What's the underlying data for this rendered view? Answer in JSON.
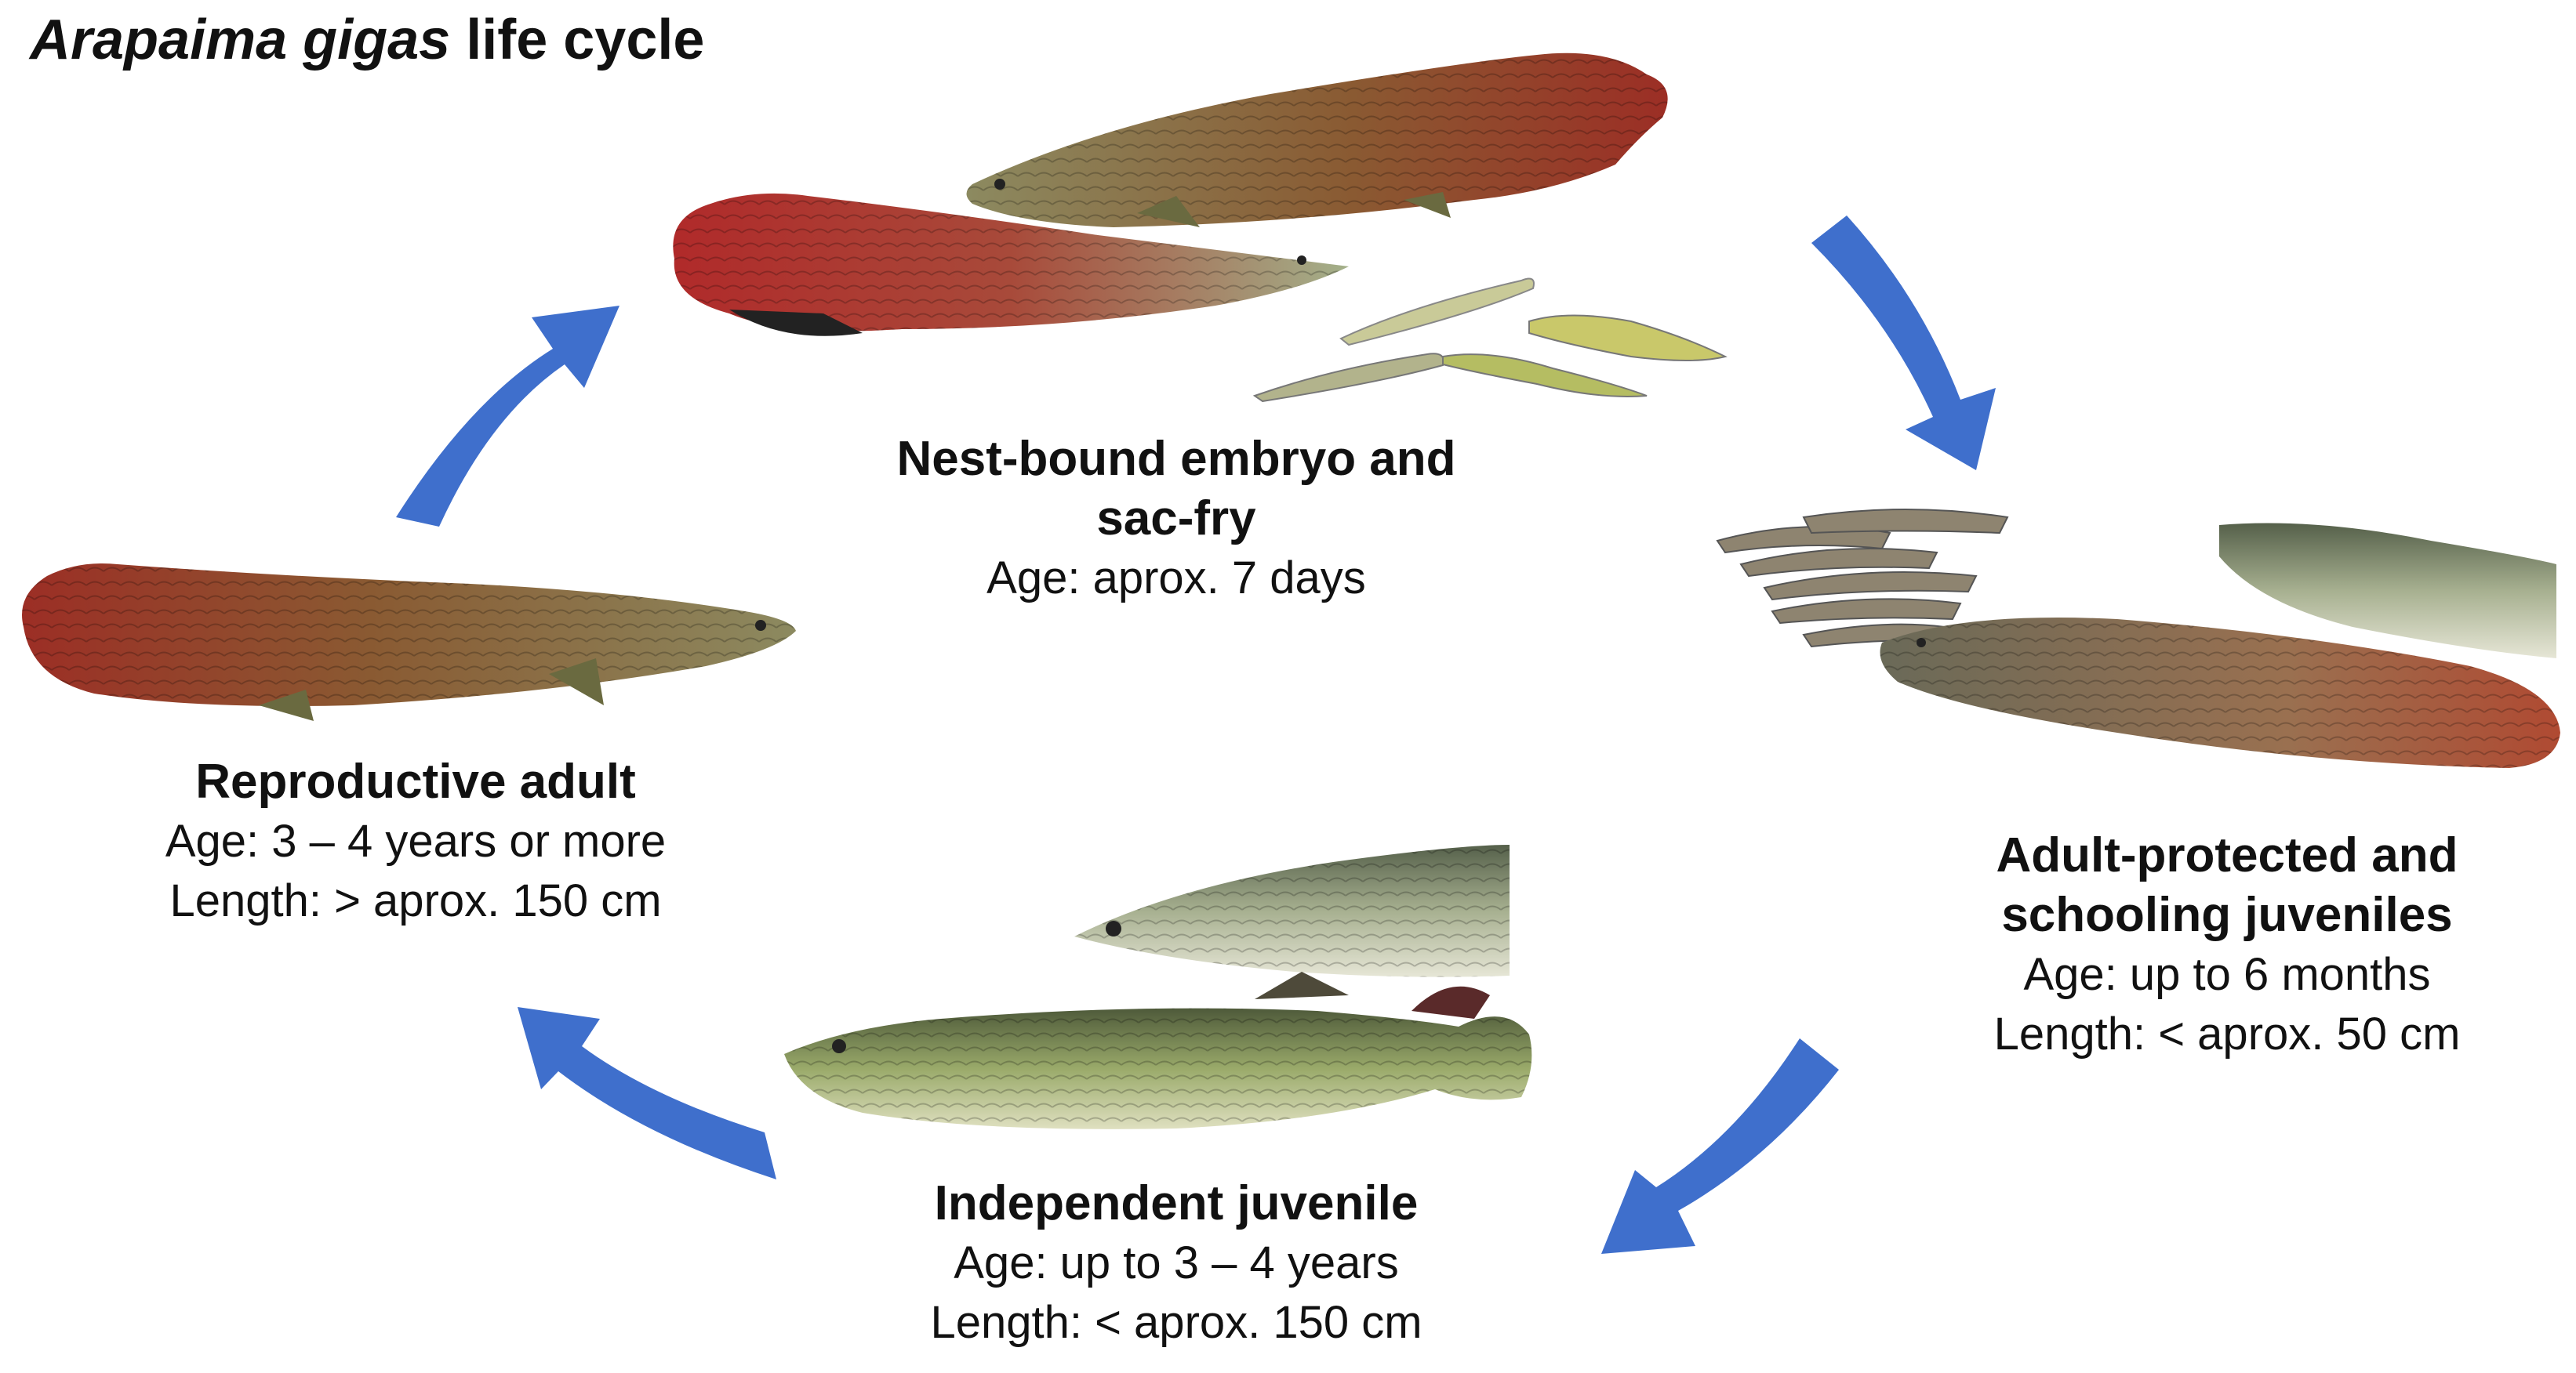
{
  "title": {
    "species": "Arapaima gigas",
    "rest": " life cycle"
  },
  "stages": {
    "nest": {
      "name_line1": "Nest-bound embryo and",
      "name_line2": "sac-fry",
      "age": "Age: aprox. 7 days"
    },
    "schooling": {
      "name_line1": "Adult-protected and",
      "name_line2": "schooling juveniles",
      "age": "Age: up to 6 months",
      "length": "Length: < aprox. 50 cm"
    },
    "juvenile": {
      "name": "Independent juvenile",
      "age": "Age: up to 3 – 4 years",
      "length": "Length: < aprox. 150 cm"
    },
    "adult": {
      "name": "Reproductive adult",
      "age": "Age: 3 – 4 years or more",
      "length": "Length: > aprox. 150 cm"
    }
  },
  "colors": {
    "arrow": "#3f6fcc",
    "adult_body": "#8a6a3c",
    "adult_red": "#a8342a",
    "juvenile_body": "#8a9a5a",
    "larva": "#b8b88a"
  }
}
